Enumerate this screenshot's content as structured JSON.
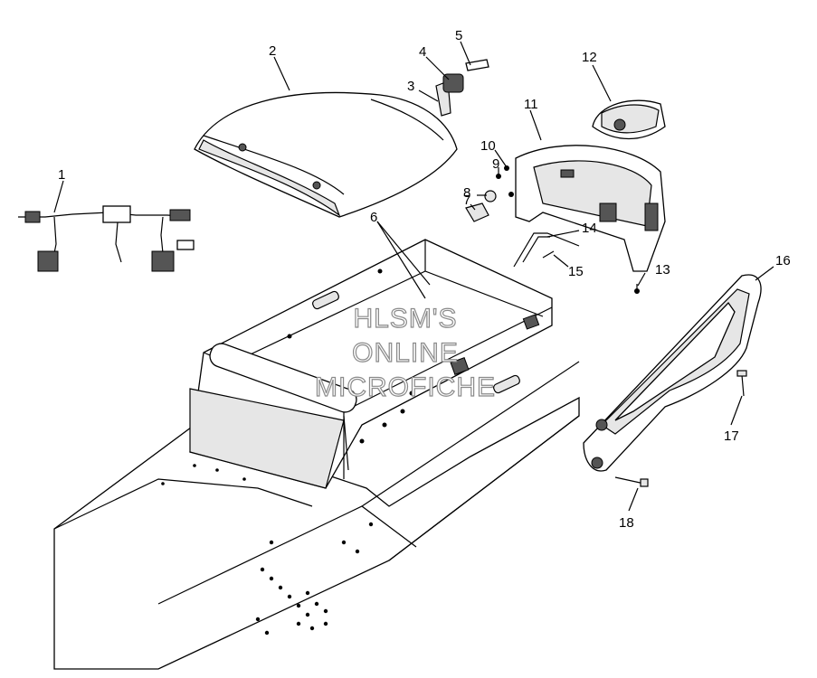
{
  "callouts": [
    {
      "id": "1",
      "label": "1"
    },
    {
      "id": "2",
      "label": "2"
    },
    {
      "id": "3",
      "label": "3"
    },
    {
      "id": "4",
      "label": "4"
    },
    {
      "id": "5",
      "label": "5"
    },
    {
      "id": "6",
      "label": "6"
    },
    {
      "id": "7",
      "label": "7"
    },
    {
      "id": "8",
      "label": "8"
    },
    {
      "id": "9",
      "label": "9"
    },
    {
      "id": "10",
      "label": "10"
    },
    {
      "id": "11",
      "label": "11"
    },
    {
      "id": "12",
      "label": "12"
    },
    {
      "id": "13",
      "label": "13"
    },
    {
      "id": "14",
      "label": "14"
    },
    {
      "id": "15",
      "label": "15"
    },
    {
      "id": "16",
      "label": "16"
    },
    {
      "id": "17",
      "label": "17"
    },
    {
      "id": "18",
      "label": "18"
    }
  ],
  "watermark": {
    "line1": "HLSM'S",
    "line2": "ONLINE",
    "line3": "MICROFICHE"
  }
}
